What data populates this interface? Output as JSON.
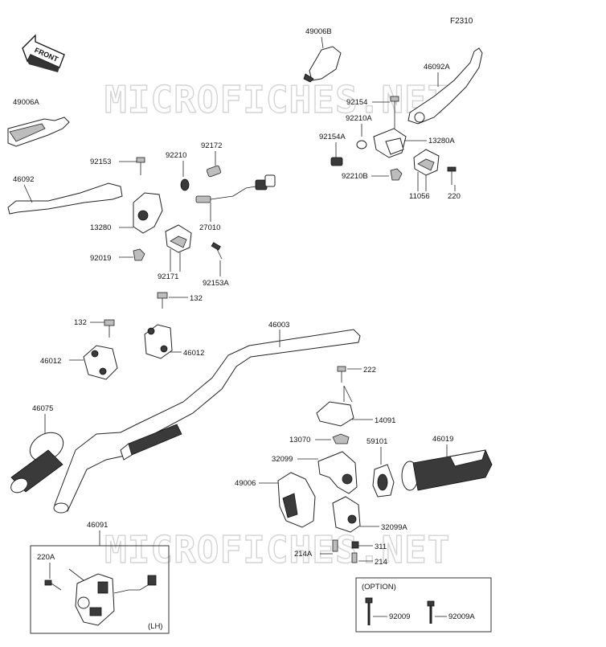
{
  "figure_code": "F2310",
  "watermark": "MICROFICHES.NET",
  "front_arrow_text": "FRONT",
  "box_lh_label": "(LH)",
  "box_option_label": "(OPTION)",
  "labels": {
    "p49006B": "49006B",
    "p46092A": "46092A",
    "p49006A": "49006A",
    "p92154": "92154",
    "p92210A": "92210A",
    "p92154A": "92154A",
    "p13280A": "13280A",
    "p92210B": "92210B",
    "p11056": "11056",
    "p220": "220",
    "p92153": "92153",
    "p92210": "92210",
    "p92172": "92172",
    "p46092": "46092",
    "p27010": "27010",
    "p13280": "13280",
    "p92019": "92019",
    "p92171": "92171",
    "p92153A": "92153A",
    "p132a": "132",
    "p132b": "132",
    "p46003": "46003",
    "p46012a": "46012",
    "p46012b": "46012",
    "p222": "222",
    "p46075": "46075",
    "p14091": "14091",
    "p13070": "13070",
    "p59101": "59101",
    "p46019": "46019",
    "p32099": "32099",
    "p49006": "49006",
    "p32099A": "32099A",
    "p46091": "46091",
    "p214A": "214A",
    "p311": "311",
    "p214": "214",
    "p220A": "220A",
    "p92009": "92009",
    "p92009A": "92009A"
  }
}
